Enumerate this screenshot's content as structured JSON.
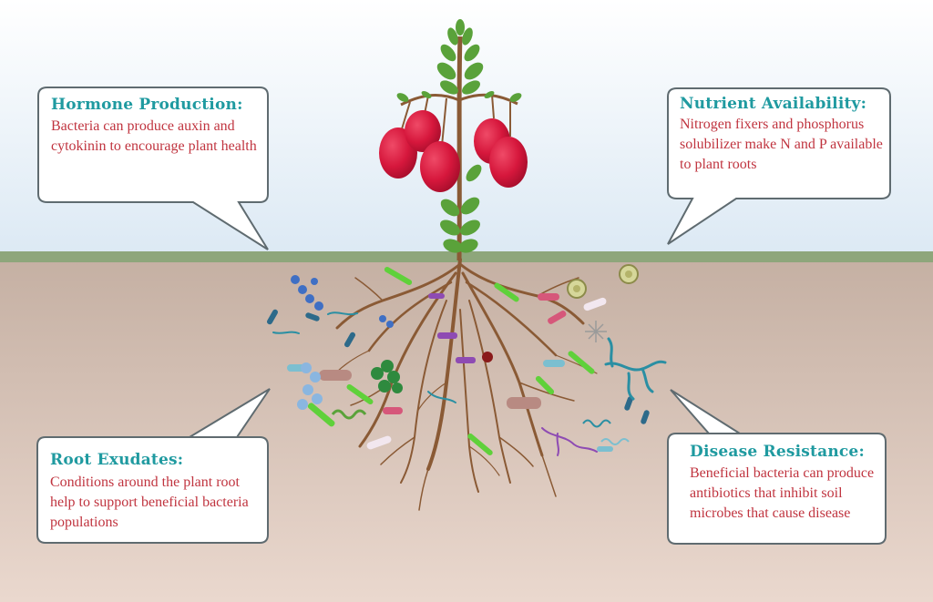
{
  "colors": {
    "sky_top": "#ffffff",
    "sky_bottom": "#dce9f4",
    "grass": "#8ea67b",
    "soil_top": "#c5b0a3",
    "soil_bottom": "#ead8ce",
    "title_color": "#1f9aa0",
    "body_color": "#c0343f",
    "tomato": "#d6173c",
    "leaf": "#5aa23a",
    "root": "#8a5a35"
  },
  "callouts": {
    "hormone": {
      "title": "Hormone Production:",
      "body": "Bacteria can produce auxin and cytokinin to encourage plant health"
    },
    "nutrient": {
      "title": "Nutrient Availability:",
      "body": "Nitrogen fixers and phosphorus solubilizer make N and P available to plant roots"
    },
    "root_exudates": {
      "title": "Root Exudates:",
      "body": "Conditions around the plant root help to support beneficial bacteria populations"
    },
    "disease": {
      "title": "Disease Resistance:",
      "body": "Beneficial bacteria can produce antibiotics that inhibit soil microbes that cause disease"
    }
  },
  "icons": [
    "tomato-plant-icon",
    "root-system-icon",
    "soil-microbe-icon"
  ]
}
